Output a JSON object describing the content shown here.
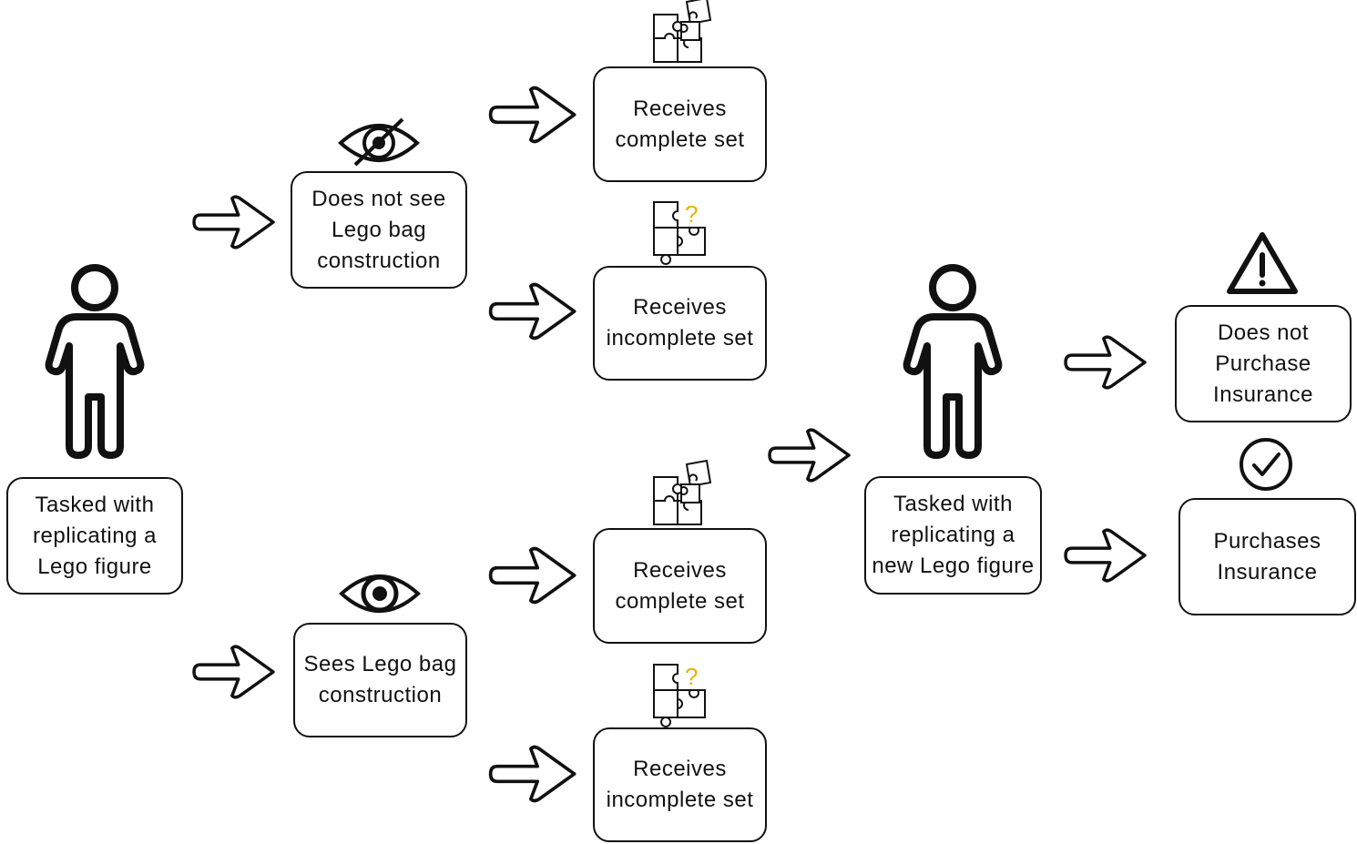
{
  "nodes": {
    "start": "Tasked with\nreplicating a\nLego figure",
    "no_see": "Does not see\nLego bag\nconstruction",
    "sees": "Sees Lego bag\nconstruction",
    "complete_1": "Receives\ncomplete set",
    "incomplete_1": "Receives\nincomplete set",
    "complete_2": "Receives\ncomplete set",
    "incomplete_2": "Receives\nincomplete set",
    "new_task": "Tasked with\nreplicating a\nnew Lego figure",
    "no_insurance": "Does not\nPurchase\nInsurance",
    "insurance": "Purchases\nInsurance"
  },
  "icons": {
    "person": "person-icon",
    "eye_slash": "eye-slash-icon",
    "eye": "eye-icon",
    "puzzle_complete": "puzzle-complete-icon",
    "puzzle_missing": "puzzle-missing-icon",
    "warning": "warning-icon",
    "check": "check-circle-icon",
    "arrow": "arrow-right-icon"
  },
  "colors": {
    "stroke": "#111111",
    "question_mark": "#e8b400"
  }
}
